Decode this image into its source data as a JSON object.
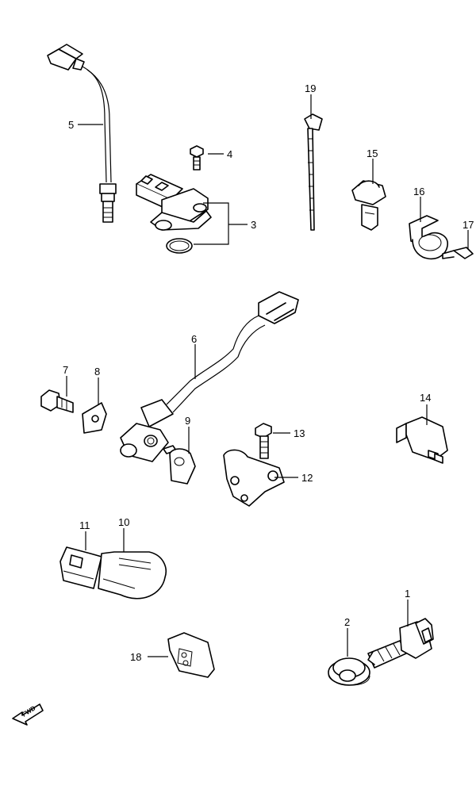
{
  "callouts": [
    {
      "id": "c1",
      "label": "1"
    },
    {
      "id": "c2",
      "label": "2"
    },
    {
      "id": "c3",
      "label": "3"
    },
    {
      "id": "c4",
      "label": "4"
    },
    {
      "id": "c5",
      "label": "5"
    },
    {
      "id": "c6",
      "label": "6"
    },
    {
      "id": "c7",
      "label": "7"
    },
    {
      "id": "c8",
      "label": "8"
    },
    {
      "id": "c9",
      "label": "9"
    },
    {
      "id": "c10",
      "label": "10"
    },
    {
      "id": "c11",
      "label": "11"
    },
    {
      "id": "c12",
      "label": "12"
    },
    {
      "id": "c13",
      "label": "13"
    },
    {
      "id": "c14",
      "label": "14"
    },
    {
      "id": "c15",
      "label": "15"
    },
    {
      "id": "c16",
      "label": "16"
    },
    {
      "id": "c17",
      "label": "17"
    },
    {
      "id": "c18",
      "label": "18"
    },
    {
      "id": "c19",
      "label": "19"
    }
  ],
  "fwd_label": "FWD"
}
